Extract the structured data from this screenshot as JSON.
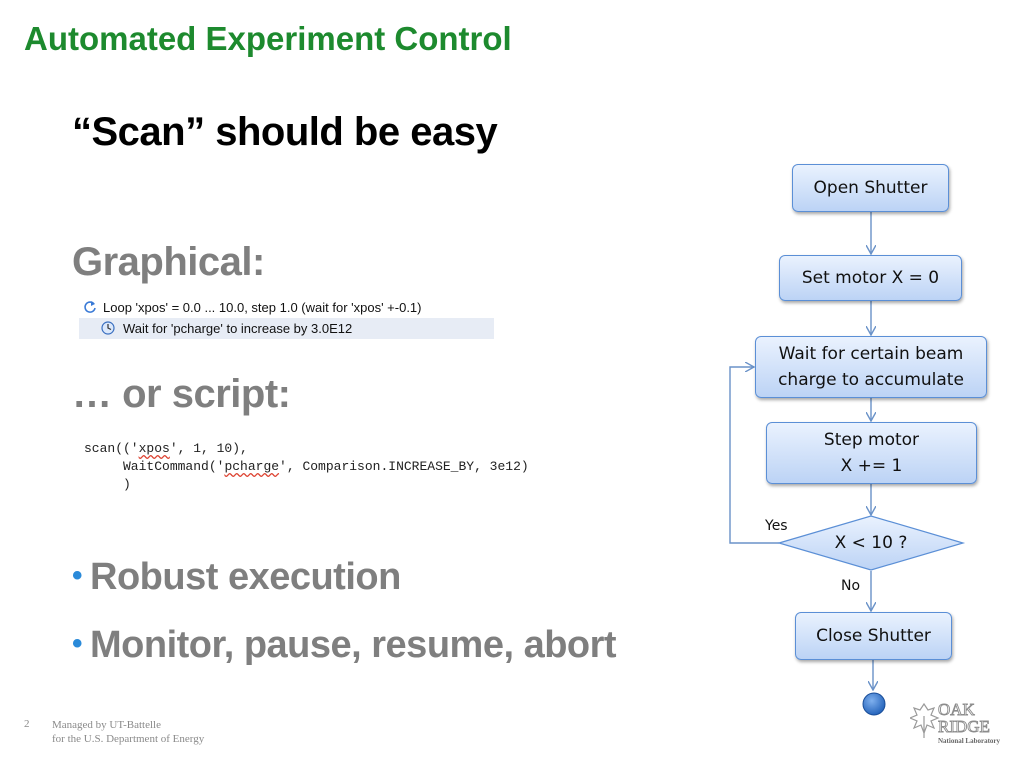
{
  "slide": {
    "title": "Automated Experiment Control",
    "subtitle": "“Scan” should be easy",
    "graphical_label": "Graphical:",
    "script_label": "… or script:",
    "page_number": "2",
    "footer_line1": "Managed by UT-Battelle",
    "footer_line2": "for the U.S. Department of Energy"
  },
  "graphical_panel": {
    "loop_text": "Loop 'xpos' = 0.0 ... 10.0, step 1.0 (wait for 'xpos' +-0.1)",
    "wait_text": "Wait for 'pcharge' to increase by 3.0E12",
    "loop_icon": "loop-icon",
    "wait_icon": "clock-icon"
  },
  "code": {
    "l1_a": "scan(('",
    "l1_b": "xpos",
    "l1_c": "', 1, 10),",
    "l2_a": "     WaitCommand('",
    "l2_b": "pcharge",
    "l2_c": "', Comparison.INCREASE_BY, 3e12)",
    "l3": "     )"
  },
  "bullets": [
    {
      "text": "Robust execution"
    },
    {
      "text": "Monitor, pause, resume, abort"
    }
  ],
  "flowchart": {
    "open_shutter": "Open Shutter",
    "set_motor": "Set motor X = 0",
    "wait_line1": "Wait for certain beam",
    "wait_line2": "charge to accumulate",
    "step_line1": "Step  motor",
    "step_line2": "X += 1",
    "decision": "X < 10 ?",
    "yes_label": "Yes",
    "no_label": "No",
    "close_shutter": "Close Shutter"
  },
  "logo": {
    "line1": "OAK",
    "line2": "RIDGE",
    "line3": "National Laboratory"
  },
  "colors": {
    "title_green": "#1d8a2e",
    "heading_gray": "#7f7f7f",
    "box_border": "#5b8fd6",
    "arrow": "#6a92c8",
    "bullet_blue": "#2a8ad9"
  }
}
